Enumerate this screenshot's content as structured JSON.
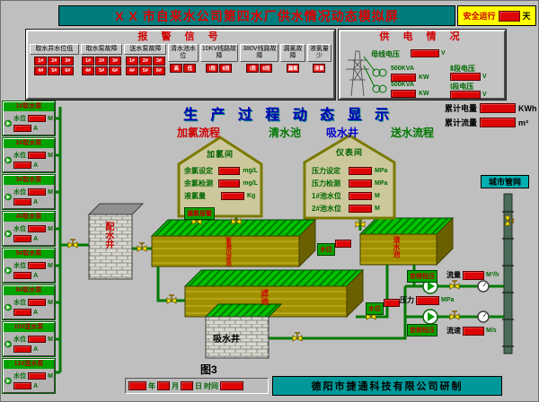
{
  "header": {
    "title": "X X 市自来水公司第四水厂供水情况动态模拟屏",
    "safety_label": "安全运行",
    "safety_value": "",
    "safety_unit": "天"
  },
  "alarm_panel": {
    "title": "报 警 信 号",
    "groups": [
      {
        "label": "取水井水位低",
        "indicators": [
          "1#",
          "2#",
          "3#",
          "4#",
          "5#",
          "6#"
        ]
      },
      {
        "label": "取水泵故障",
        "indicators": [
          "1#",
          "2#",
          "3#",
          "4#",
          "5#",
          "6#"
        ]
      },
      {
        "label": "送水泵故障",
        "indicators": [
          "1#",
          "2#",
          "3#",
          "4#",
          "5#",
          "6#"
        ]
      },
      {
        "label": "清水池水位",
        "indicators": [
          "高",
          "低"
        ]
      },
      {
        "label": "10KV线路故障",
        "indicators": [
          "Ⅰ段",
          "Ⅱ段"
        ]
      },
      {
        "label": "380V线路故障",
        "indicators": [
          "Ⅰ段",
          "Ⅱ段"
        ]
      },
      {
        "label": "漏氯故障",
        "indicators": [
          "漏氯"
        ]
      },
      {
        "label": "液氯量少",
        "indicators": [
          "液氯"
        ]
      }
    ]
  },
  "power_panel": {
    "title": "供 电 情 况",
    "bus_label": "母线电压",
    "bus_value": "",
    "bus_unit": "V",
    "t1_kva": "500KVA",
    "t1_value": "",
    "t1_unit": "KW",
    "t2_kva": "500KVA",
    "t2_value": "",
    "t2_unit": "KW",
    "sec2_label": "Ⅱ段电压",
    "sec2_value": "",
    "sec2_unit": "V",
    "sec1_label": "Ⅰ段电压",
    "sec1_value": "",
    "sec1_unit": "V"
  },
  "totals": {
    "energy_label": "累计电量",
    "energy_value": "",
    "energy_unit": "KWh",
    "flow_label": "累计流量",
    "flow_value": "",
    "flow_unit": "m³"
  },
  "process": {
    "title": "生 产 过 程 动 态 显 示",
    "chlorine_flow": "加氯流程",
    "clear_pool": "清水池",
    "suction_well": "吸水井",
    "delivery_flow": "送水流程"
  },
  "pumps": {
    "level_label": "水位",
    "level_unit": "M",
    "current_unit": "A",
    "items": [
      {
        "label": "1#取水泵",
        "level": "",
        "current": ""
      },
      {
        "label": "2#取水泵",
        "level": "",
        "current": ""
      },
      {
        "label": "3#取水泵",
        "level": "",
        "current": ""
      },
      {
        "label": "4#取水泵",
        "level": "",
        "current": ""
      },
      {
        "label": "5#取水泵",
        "level": "",
        "current": ""
      },
      {
        "label": "6#取水泵",
        "level": "",
        "current": ""
      },
      {
        "label": "10#送水泵",
        "level": "",
        "current": ""
      },
      {
        "label": "12#送水泵",
        "level": "",
        "current": ""
      }
    ]
  },
  "chlorine_house": {
    "name": "加氯间",
    "rows": [
      {
        "label": "余氯设定",
        "value": "",
        "unit": "mg/L"
      },
      {
        "label": "余氯检测",
        "value": "",
        "unit": "mg/L"
      },
      {
        "label": "液氯量",
        "value": "",
        "unit": "Kg"
      }
    ],
    "chip": "漏氯报警"
  },
  "meter_house": {
    "name": "仪表间",
    "rows": [
      {
        "label": "压力设定",
        "value": "",
        "unit": "MPa"
      },
      {
        "label": "压力检测",
        "value": "",
        "unit": "MPa"
      },
      {
        "label": "1#池水位",
        "value": "",
        "unit": "M"
      },
      {
        "label": "2#池水位",
        "value": "",
        "unit": "M"
      }
    ]
  },
  "structures": {
    "distribution_well": "配水井",
    "sedimentation_tank": "絮凝沉淀池",
    "filter_tank": "滤池",
    "clear_tank": "清水池",
    "suction_well": "吸水井",
    "city_network": "城市管网"
  },
  "level_tags": {
    "label": "水位",
    "tankA_value": "",
    "tankB_value": ""
  },
  "instruments": {
    "pressure_label": "压力",
    "pressure_value": "",
    "pressure_unit": "MPa",
    "flow_label": "流量",
    "flow_value": "",
    "flow_unit": "M³/h",
    "velocity_label": "流速",
    "velocity_value": "",
    "velocity_unit": "M/s",
    "vfd1": "变频恒压",
    "vfd2": "变频恒压"
  },
  "footer": {
    "figure": "图3",
    "year_label": "年",
    "year_value": "",
    "month_label": "月",
    "month_value": "",
    "day_label": "日",
    "day_value": "",
    "time_label": "时间",
    "time_value": "",
    "company": "德阳市捷通科技有限公司研制"
  },
  "colors": {
    "display_red": "#dd0505",
    "titlebar_teal": "#007c7c",
    "pipe_green": "#007a00",
    "tank_top_green": "#00c400",
    "safety_yellow": "#ffff00"
  }
}
